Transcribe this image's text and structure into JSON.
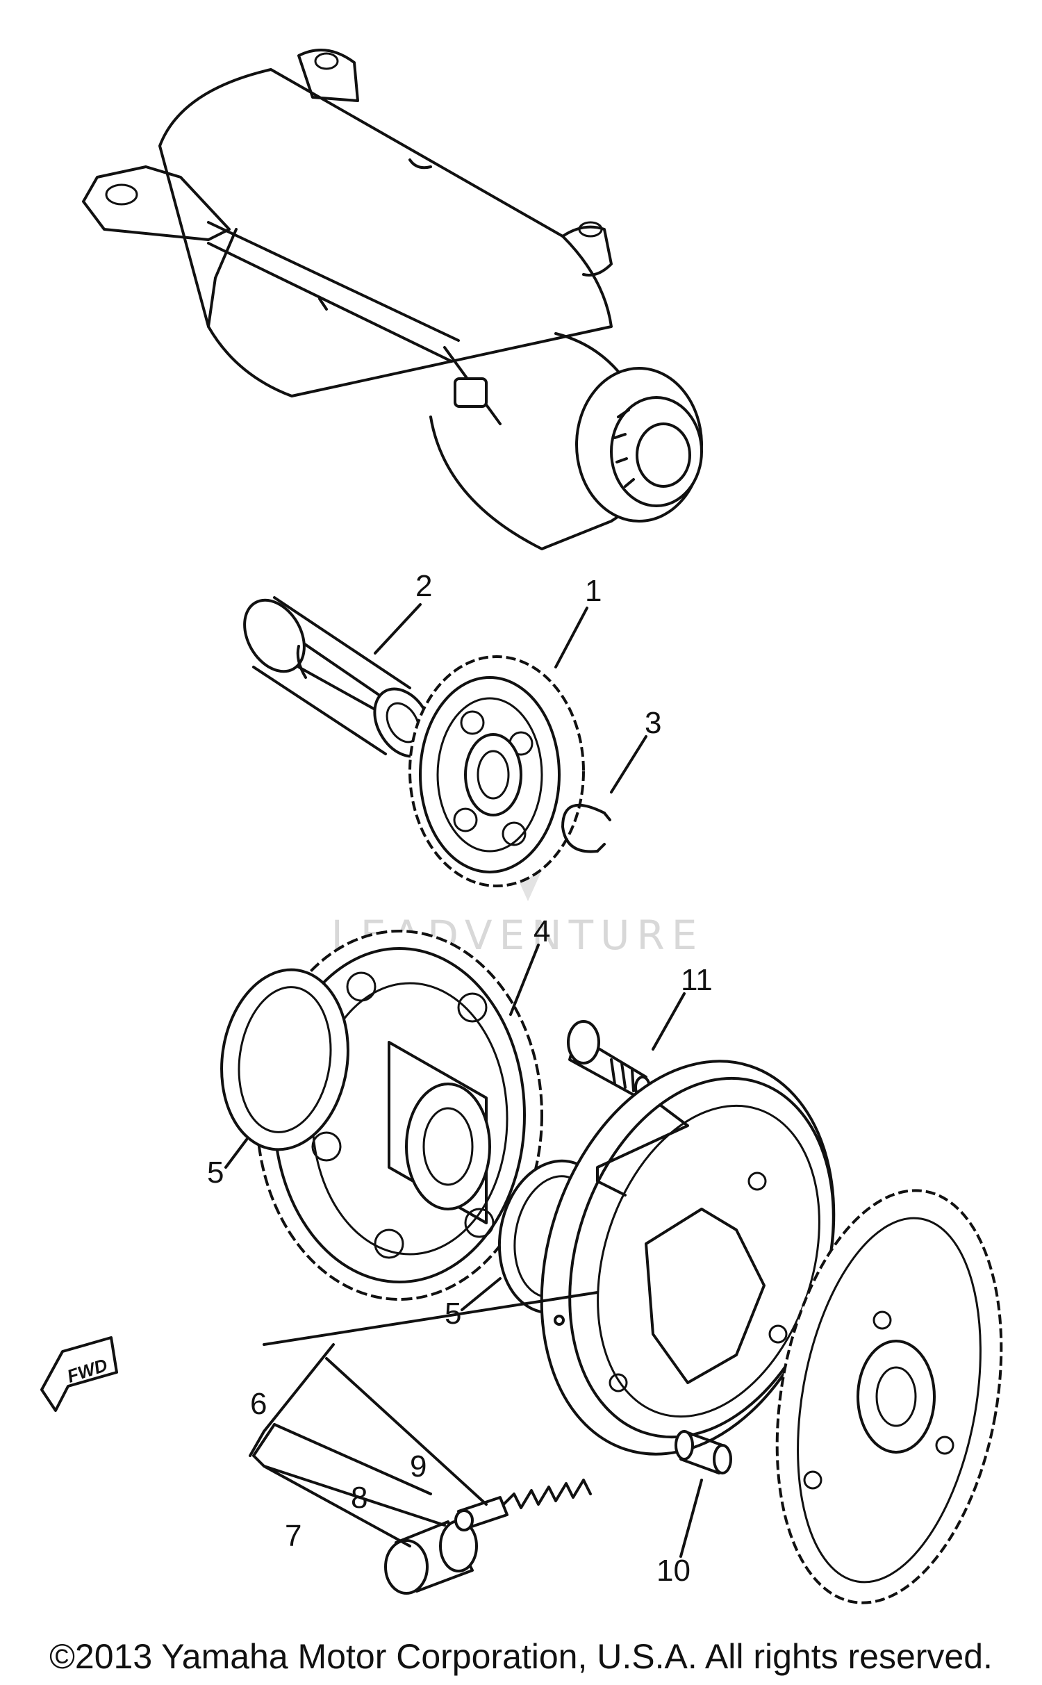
{
  "diagram": {
    "callouts": {
      "c1": "1",
      "c2": "2",
      "c3": "3",
      "c4": "4",
      "c5a": "5",
      "c5b": "5",
      "c6": "6",
      "c7": "7",
      "c8": "8",
      "c9": "9",
      "c10": "10",
      "c11": "11"
    },
    "fwd_label": "FWD",
    "watermark": "LEADVENTURE",
    "copyright": "©2013 Yamaha Motor Corporation, U.S.A. All rights reserved."
  }
}
